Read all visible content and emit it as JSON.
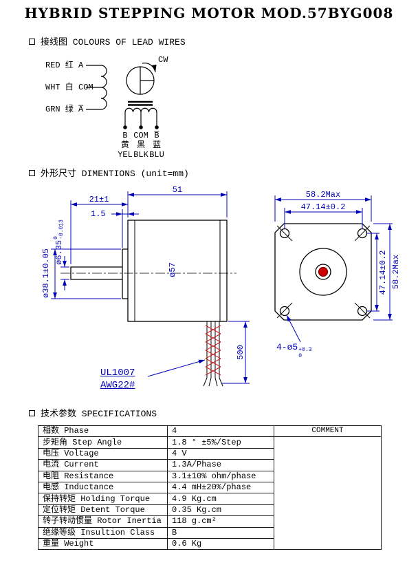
{
  "title": "HYBRID STEPPING MOTOR MOD.57BYG008",
  "wiring": {
    "heading": "接线图 COLOURS OF LEAD WIRES",
    "cw": "CW",
    "lead_left": [
      "RED 红 A",
      "WHT 白 COM",
      "GRN 绿 A̅"
    ],
    "bottom": {
      "terminals": [
        "B",
        "COM",
        "B̅"
      ],
      "cn": [
        "黄",
        "黑",
        "蓝"
      ],
      "en": [
        "YEL",
        "BLK",
        "BLU"
      ]
    }
  },
  "dims": {
    "heading": "外形尺寸 DIMENTIONS (unit=mm)",
    "shaft_len": "21±1",
    "body_len": "51",
    "pilot_len": "1.5",
    "shaft_dia": {
      "base": "ø6.35",
      "sup": "0",
      "sub": "-0.013"
    },
    "pilot_dia": "ø38.1±0.05",
    "body_dia": "ø57",
    "wire_len": "500",
    "front_width": "58.2Max",
    "hole_span_h": "47.14±0.2",
    "hole_span_v": "47.14±0.2",
    "front_height": "58.2Max",
    "holes": {
      "base": "4-ø5",
      "sup": "+0.3",
      "sub": "0"
    },
    "wire_type": "UL1007",
    "wire_gauge": "AWG22#"
  },
  "specs": {
    "heading": "技术参数 SPECIFICATIONS",
    "comment_header": "COMMENT",
    "rows": [
      {
        "param": "相数 Phase",
        "value": "4"
      },
      {
        "param": "步矩角 Step Angle",
        "value": "1.8 ° ±5%/Step"
      },
      {
        "param": "电压 Voltage",
        "value": "4 V"
      },
      {
        "param": "电流 Current",
        "value": "1.3A/Phase"
      },
      {
        "param": "电阻 Resistance",
        "value": "3.1±10% ohm/phase"
      },
      {
        "param": "电感 Inductance",
        "value": "4.4 mH±20%/phase"
      },
      {
        "param": "保持转矩 Holding Torque",
        "value": "4.9 Kg.cm"
      },
      {
        "param": "定位转矩 Detent Torque",
        "value": "0.35 Kg.cm"
      },
      {
        "param": "转子转动惯量 Rotor  Inertia",
        "value": "118 g.cm²"
      },
      {
        "param": "绝缘等级 Insultion Class",
        "value": "B"
      },
      {
        "param": "重量 Weight",
        "value": "0.6 Kg"
      }
    ]
  }
}
